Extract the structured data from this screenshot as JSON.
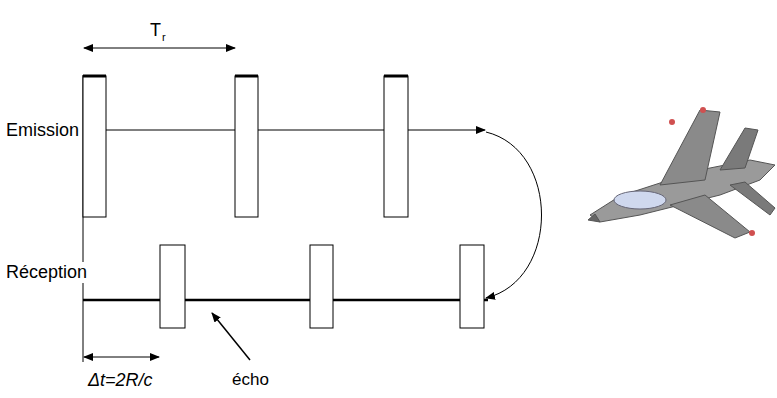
{
  "diagram": {
    "labels": [
      "T",
      "r",
      "Emission",
      "Réception",
      "Δt=2R/c",
      "écho"
    ]
  }
}
